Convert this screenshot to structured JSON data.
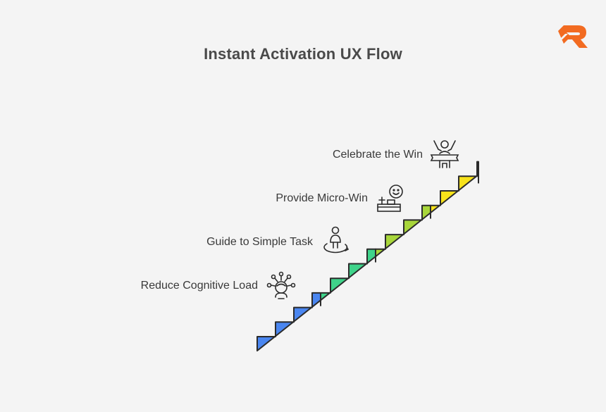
{
  "title": "Instant Activation UX Flow",
  "steps": [
    {
      "label": "Reduce Cognitive Load",
      "icon": "brain-network-icon",
      "color": "#4a86f0"
    },
    {
      "label": "Guide to Simple Task",
      "icon": "person-path-icon",
      "color": "#3fd38a"
    },
    {
      "label": "Provide Micro-Win",
      "icon": "happy-desk-icon",
      "color": "#a8d63a"
    },
    {
      "label": "Celebrate the Win",
      "icon": "celebrate-podium-icon",
      "color": "#f7e21b"
    }
  ],
  "brand": {
    "logo": "brand-logo-icon",
    "color": "#f26b21"
  }
}
